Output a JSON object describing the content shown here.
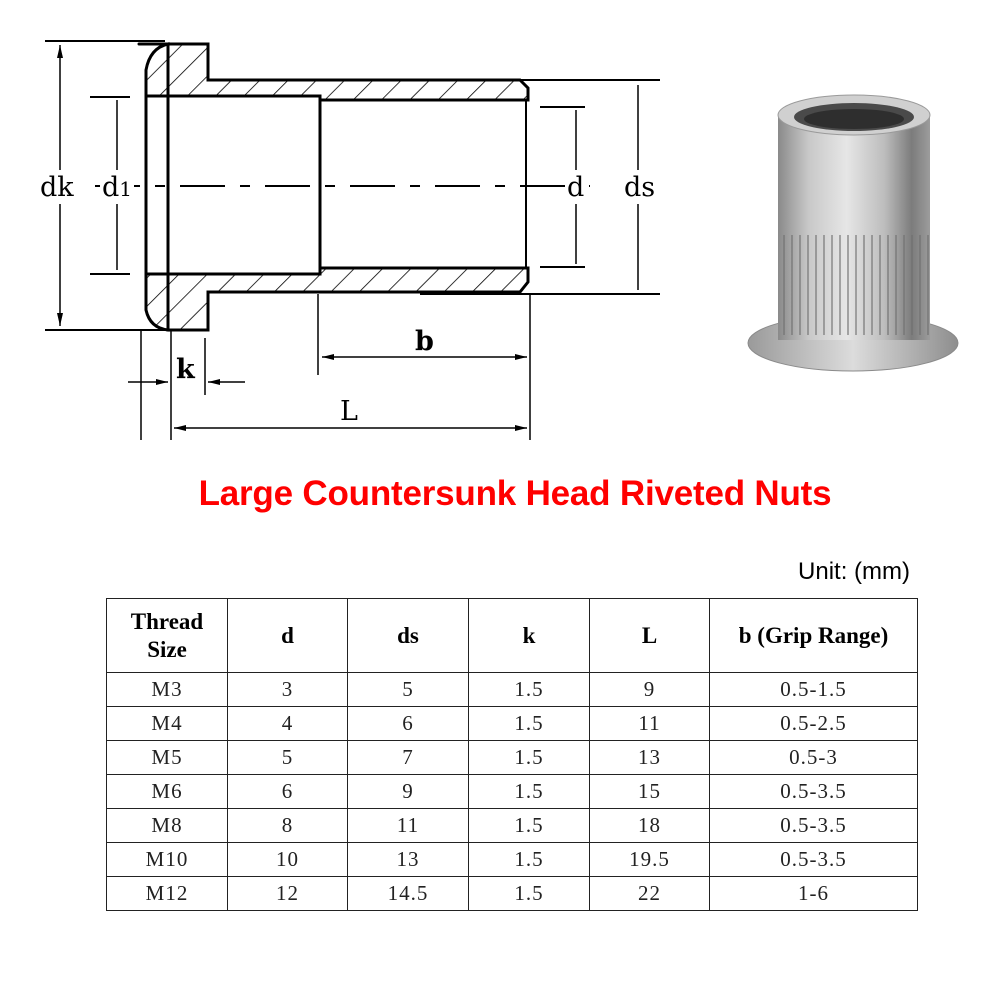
{
  "diagram": {
    "labels": {
      "dk": "dk",
      "d1": "d1",
      "d": "d",
      "ds": "ds",
      "k": "k",
      "b": "b",
      "L": "L"
    }
  },
  "photo": {
    "icon": "rivet-nut-photo"
  },
  "title": "Large Countersunk Head Riveted Nuts",
  "unit": "Unit: (mm)",
  "table": {
    "headers": [
      "Thread Size",
      "d",
      "ds",
      "k",
      "L",
      "b (Grip Range)"
    ],
    "rows": [
      [
        "M3",
        "3",
        "5",
        "1.5",
        "9",
        "0.5-1.5"
      ],
      [
        "M4",
        "4",
        "6",
        "1.5",
        "11",
        "0.5-2.5"
      ],
      [
        "M5",
        "5",
        "7",
        "1.5",
        "13",
        "0.5-3"
      ],
      [
        "M6",
        "6",
        "9",
        "1.5",
        "15",
        "0.5-3.5"
      ],
      [
        "M8",
        "8",
        "11",
        "1.5",
        "18",
        "0.5-3.5"
      ],
      [
        "M10",
        "10",
        "13",
        "1.5",
        "19.5",
        "0.5-3.5"
      ],
      [
        "M12",
        "12",
        "14.5",
        "1.5",
        "22",
        "1-6"
      ]
    ]
  },
  "colors": {
    "title": "#ff0000",
    "text": "#000000",
    "border": "#222222"
  }
}
